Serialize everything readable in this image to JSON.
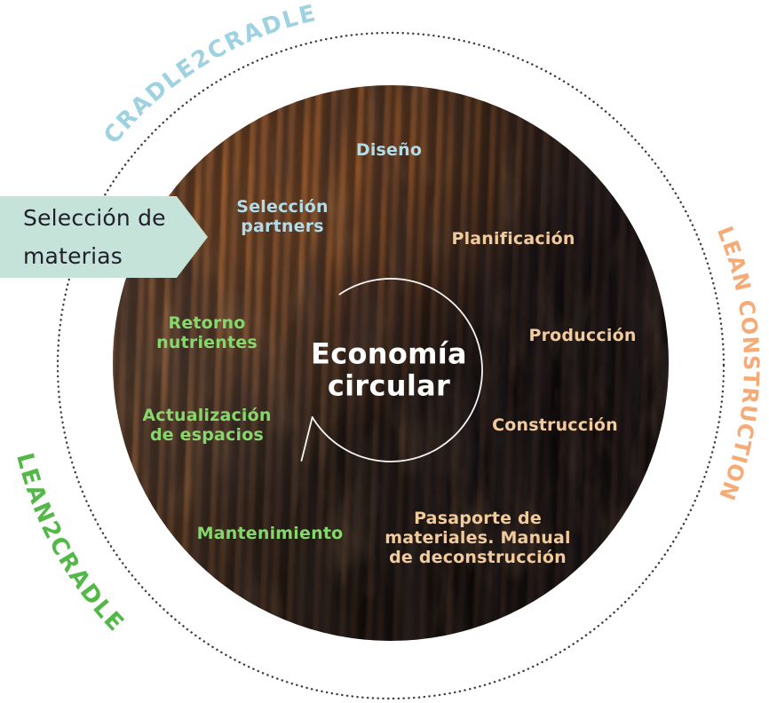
{
  "ring": {
    "cradle2cradle": "CRADLE2CRADLE",
    "lean_construction": "LEAN CONSTRUCTION",
    "lean2cradle": "LEAN2CRADLE"
  },
  "tag": {
    "text": "Selección de\nmaterias"
  },
  "center": {
    "title": "Economía\ncircular"
  },
  "phases": [
    {
      "id": "diseno",
      "label": "Diseño"
    },
    {
      "id": "seleccion-partners",
      "label": "Selección\npartners"
    },
    {
      "id": "planificacion",
      "label": "Planificación"
    },
    {
      "id": "produccion",
      "label": "Producción"
    },
    {
      "id": "construccion",
      "label": "Construcción"
    },
    {
      "id": "pasaporte",
      "label": "Pasaporte de\nmateriales. Manual\nde deconstrucción"
    },
    {
      "id": "mantenimiento",
      "label": "Mantenimiento"
    },
    {
      "id": "actualizacion",
      "label": "Actualización\nde espacios"
    },
    {
      "id": "retorno",
      "label": "Retorno\nnutrientes"
    }
  ],
  "colors": {
    "ring_blue": "#9ed2e2",
    "ring_orange": "#f5ab78",
    "ring_green": "#54b848",
    "label_blue": "#b3dce9",
    "label_tan": "#f2cb9c",
    "label_green": "#86d76c",
    "title_white": "#ffffff",
    "tag_background": "#c5e3d9",
    "tag_text": "#20202c",
    "dotted_circle": "#3e3e3e",
    "arrow_white": "#ffffff"
  }
}
